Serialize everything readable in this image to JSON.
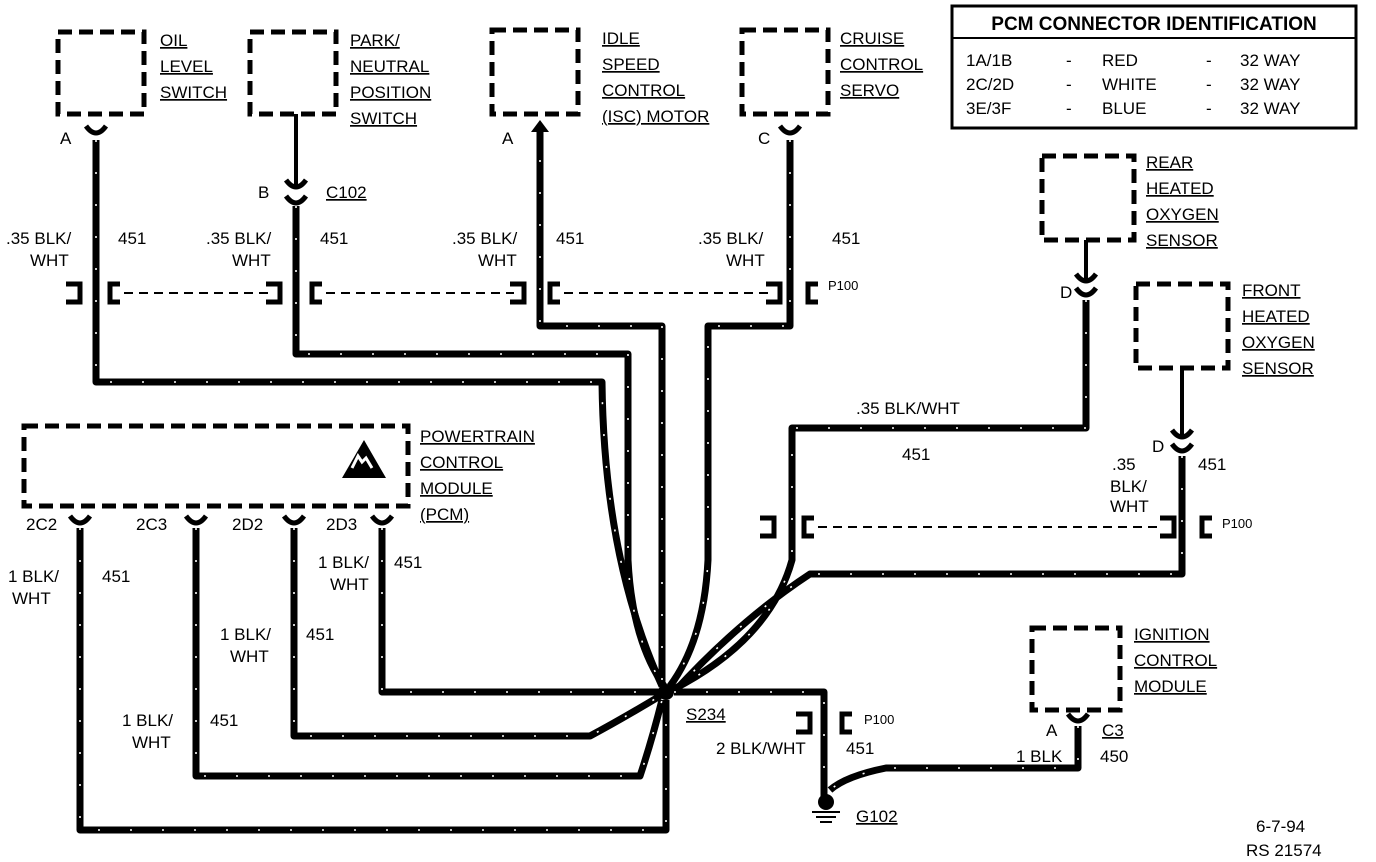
{
  "table": {
    "title": "PCM CONNECTOR IDENTIFICATION",
    "rows": [
      {
        "pins": "1A/1B",
        "dash1": "-",
        "color": "RED",
        "dash2": "-",
        "ways": "32 WAY"
      },
      {
        "pins": "2C/2D",
        "dash1": "-",
        "color": "WHITE",
        "dash2": "-",
        "ways": "32 WAY"
      },
      {
        "pins": "3E/3F",
        "dash1": "-",
        "color": "BLUE",
        "dash2": "-",
        "ways": "32 WAY"
      }
    ]
  },
  "components": {
    "oil": [
      "OIL",
      "LEVEL",
      "SWITCH"
    ],
    "park": [
      "PARK/",
      "NEUTRAL",
      "POSITION",
      "SWITCH"
    ],
    "idle": [
      "IDLE",
      "SPEED",
      "CONTROL",
      "(ISC) MOTOR"
    ],
    "cruise": [
      "CRUISE",
      "CONTROL",
      "SERVO"
    ],
    "rear": [
      "REAR",
      "HEATED",
      "OXYGEN",
      "SENSOR"
    ],
    "front": [
      "FRONT",
      "HEATED",
      "OXYGEN",
      "SENSOR"
    ],
    "pcm": [
      "POWERTRAIN",
      "CONTROL",
      "MODULE",
      "(PCM)"
    ],
    "ignition": [
      "IGNITION",
      "CONTROL",
      "MODULE"
    ]
  },
  "pins": {
    "oil": "A",
    "park": "B",
    "idle": "A",
    "cruise": "C",
    "rear": "D",
    "front": "D",
    "ignition": "A",
    "pcm": [
      "2C2",
      "2C3",
      "2D2",
      "2D3"
    ]
  },
  "connectors": {
    "c102": "C102",
    "p100": "P100",
    "c3": "C3",
    "splice": "S234",
    "ground": "G102"
  },
  "wires": {
    "oil": {
      "gauge": ".35 BLK/",
      "color2": "WHT",
      "circuit": "451"
    },
    "park": {
      "gauge": ".35 BLK/",
      "color2": "WHT",
      "circuit": "451"
    },
    "idle": {
      "gauge": ".35 BLK/",
      "color2": "WHT",
      "circuit": "451"
    },
    "cruise": {
      "gauge": ".35 BLK/",
      "color2": "WHT",
      "circuit": "451"
    },
    "rear": {
      "label": ".35 BLK/WHT",
      "circuit": "451"
    },
    "front": {
      "gauge": ".35",
      "mid": "BLK/",
      "color2": "WHT",
      "circuit": "451"
    },
    "pcm2c2": {
      "gauge": "1 BLK/",
      "color2": "WHT",
      "circuit": "451"
    },
    "pcm2c3": {
      "gauge": "1 BLK/",
      "color2": "WHT",
      "circuit": "451"
    },
    "pcm2d2": {
      "gauge": "1 BLK/",
      "color2": "WHT",
      "circuit": "451"
    },
    "pcm2d3": {
      "gauge": "1 BLK/",
      "color2": "WHT",
      "circuit": "451"
    },
    "ground": {
      "label": "2 BLK/WHT",
      "circuit": "451"
    },
    "ignition": {
      "label": "1 BLK",
      "circuit": "450"
    }
  },
  "footer": {
    "date": "6-7-94",
    "ref": "RS 21574"
  }
}
